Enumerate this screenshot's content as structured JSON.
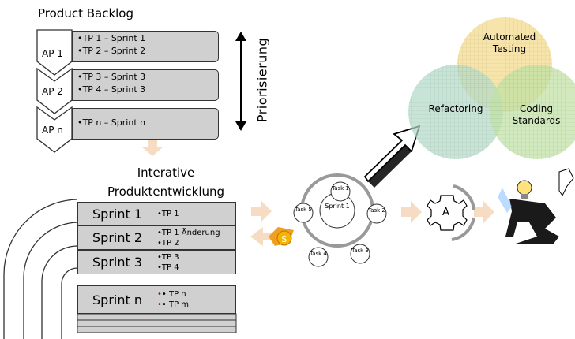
{
  "backlog": {
    "title": "Product Backlog",
    "items": [
      {
        "ap": "AP 1",
        "tps": [
          "•TP 1 – Sprint 1",
          "•TP 2 – Sprint 2"
        ]
      },
      {
        "ap": "AP 2",
        "tps": [
          "•TP 3 – Sprint 3",
          "•TP 4 – Sprint 3"
        ]
      },
      {
        "ap": "AP n",
        "tps": [
          "•TP n – Sprint n"
        ]
      }
    ],
    "priority_label": "Priorisierung"
  },
  "development": {
    "title": "Interative Produktentwicklung",
    "sprints": [
      {
        "name": "Sprint 1",
        "notes": [
          "•TP 1"
        ]
      },
      {
        "name": "Sprint 2",
        "notes": [
          "•TP 1 Änderung",
          "•TP 2"
        ]
      },
      {
        "name": "Sprint 3",
        "notes": [
          "•TP 3",
          "•TP 4"
        ]
      },
      {
        "name": "Sprint n",
        "notes": [
          "• TP n",
          "• TP m"
        ]
      }
    ]
  },
  "cycle": {
    "center": "Sprint 1",
    "tasks": [
      "Task 1",
      "Task 2",
      "Task 3",
      "Task 4",
      "Task 5"
    ]
  },
  "gear_label": "A",
  "venn": {
    "top": "Automated Testing",
    "left": "Refactoring",
    "right": "Coding Standards",
    "colors": {
      "top": "#f3d98a",
      "left": "#b3d9c7",
      "right": "#bfe0a3"
    }
  }
}
